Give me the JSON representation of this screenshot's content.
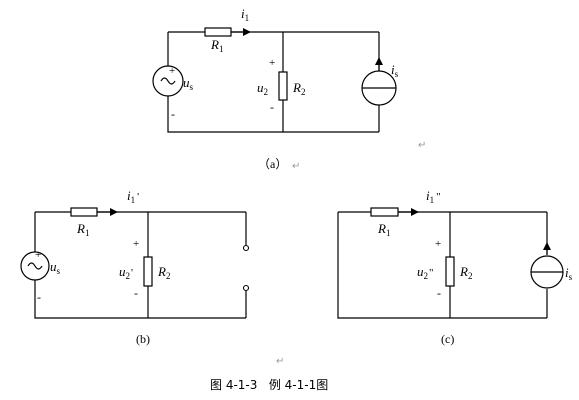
{
  "figure": {
    "caption": "图 4-1-3   例 4-1-1图",
    "return_mark": "↵"
  },
  "panels": [
    {
      "id": "a",
      "label": "（a）",
      "i1": "i",
      "i1_sub": "1",
      "i1_prime": "",
      "R1": "R",
      "R1_sub": "1",
      "R2": "R",
      "R2_sub": "2",
      "u2": "u",
      "u2_sub": "2",
      "u2_prime": "",
      "us": "u",
      "us_sub": "s",
      "is": "i",
      "is_sub": "s",
      "plus": "+",
      "minus": "-"
    },
    {
      "id": "b",
      "label": "(b)",
      "i1": "i",
      "i1_sub": "1",
      "i1_prime": "'",
      "R1": "R",
      "R1_sub": "1",
      "R2": "R",
      "R2_sub": "2",
      "u2": "u",
      "u2_sub": "2",
      "u2_prime": "'",
      "us": "u",
      "us_sub": "s",
      "plus": "+",
      "minus": "-"
    },
    {
      "id": "c",
      "label": "(c)",
      "i1": "i",
      "i1_sub": "1",
      "i1_prime": "\"",
      "R1": "R",
      "R1_sub": "1",
      "R2": "R",
      "R2_sub": "2",
      "u2": "u",
      "u2_sub": "2",
      "u2_prime": "\"",
      "is": "i",
      "is_sub": "s",
      "plus": "+",
      "minus": "-"
    }
  ]
}
